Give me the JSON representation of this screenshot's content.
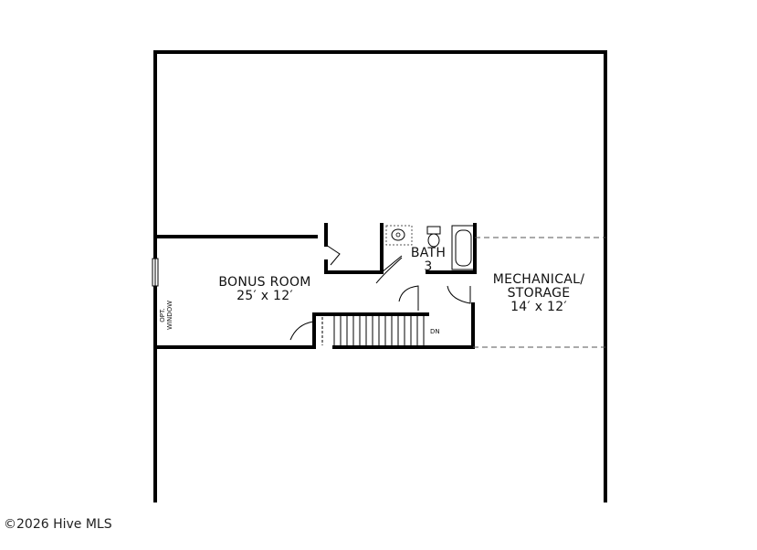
{
  "rooms": {
    "bonus": {
      "name": "BONUS ROOM",
      "size": "25′ x 12′"
    },
    "bath": {
      "name": "BATH",
      "number": "3"
    },
    "mechanical": {
      "name_line1": "MECHANICAL/",
      "name_line2": "STORAGE",
      "size": "14′ x 12′"
    }
  },
  "labels": {
    "window_line1": "OPT.",
    "window_line2": "WINDOW",
    "stairs": "DN"
  },
  "watermark": "©2026 Hive MLS"
}
